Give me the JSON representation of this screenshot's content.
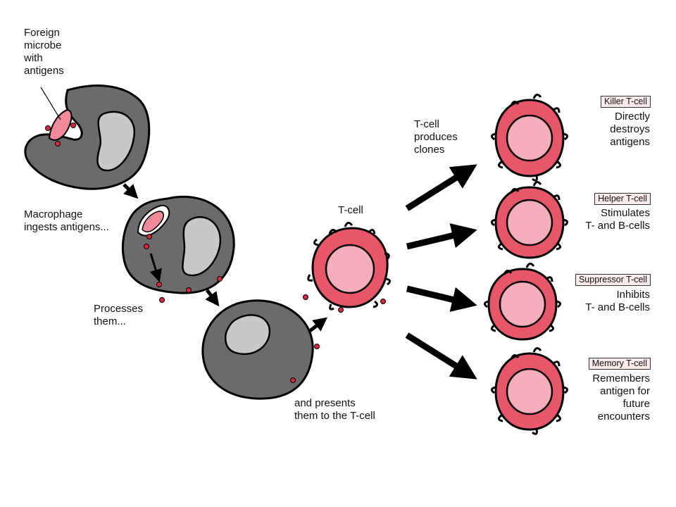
{
  "colors": {
    "macrophage": "#6b6b6b",
    "nucleus": "#c8c8c8",
    "tcell": "#e8566a",
    "tcell_core": "#f7aebb",
    "antigen": "#d9283f",
    "microbe": "#f08a9a",
    "tag_bg": "#fbeaea"
  },
  "labels": {
    "foreign_microbe": "Foreign\nmicrobe\nwith\nantigens",
    "macrophage_ingests": "Macrophage\ningests antigens...",
    "processes": "Processes\nthem...",
    "presents": "and presents\nthem to the T-cell",
    "tcell": "T-cell",
    "produces_clones": "T-cell\nproduces\nclones"
  },
  "clones": [
    {
      "name": "Killer T-cell",
      "desc": "Directly\ndestroys\nantigens"
    },
    {
      "name": "Helper T-cell",
      "desc": "Stimulates\nT- and B-cells"
    },
    {
      "name": "Suppressor T-cell",
      "desc": "Inhibits\nT- and B-cells"
    },
    {
      "name": "Memory T-cell",
      "desc": "Remembers\nantigen for\nfuture\nencounters"
    }
  ]
}
